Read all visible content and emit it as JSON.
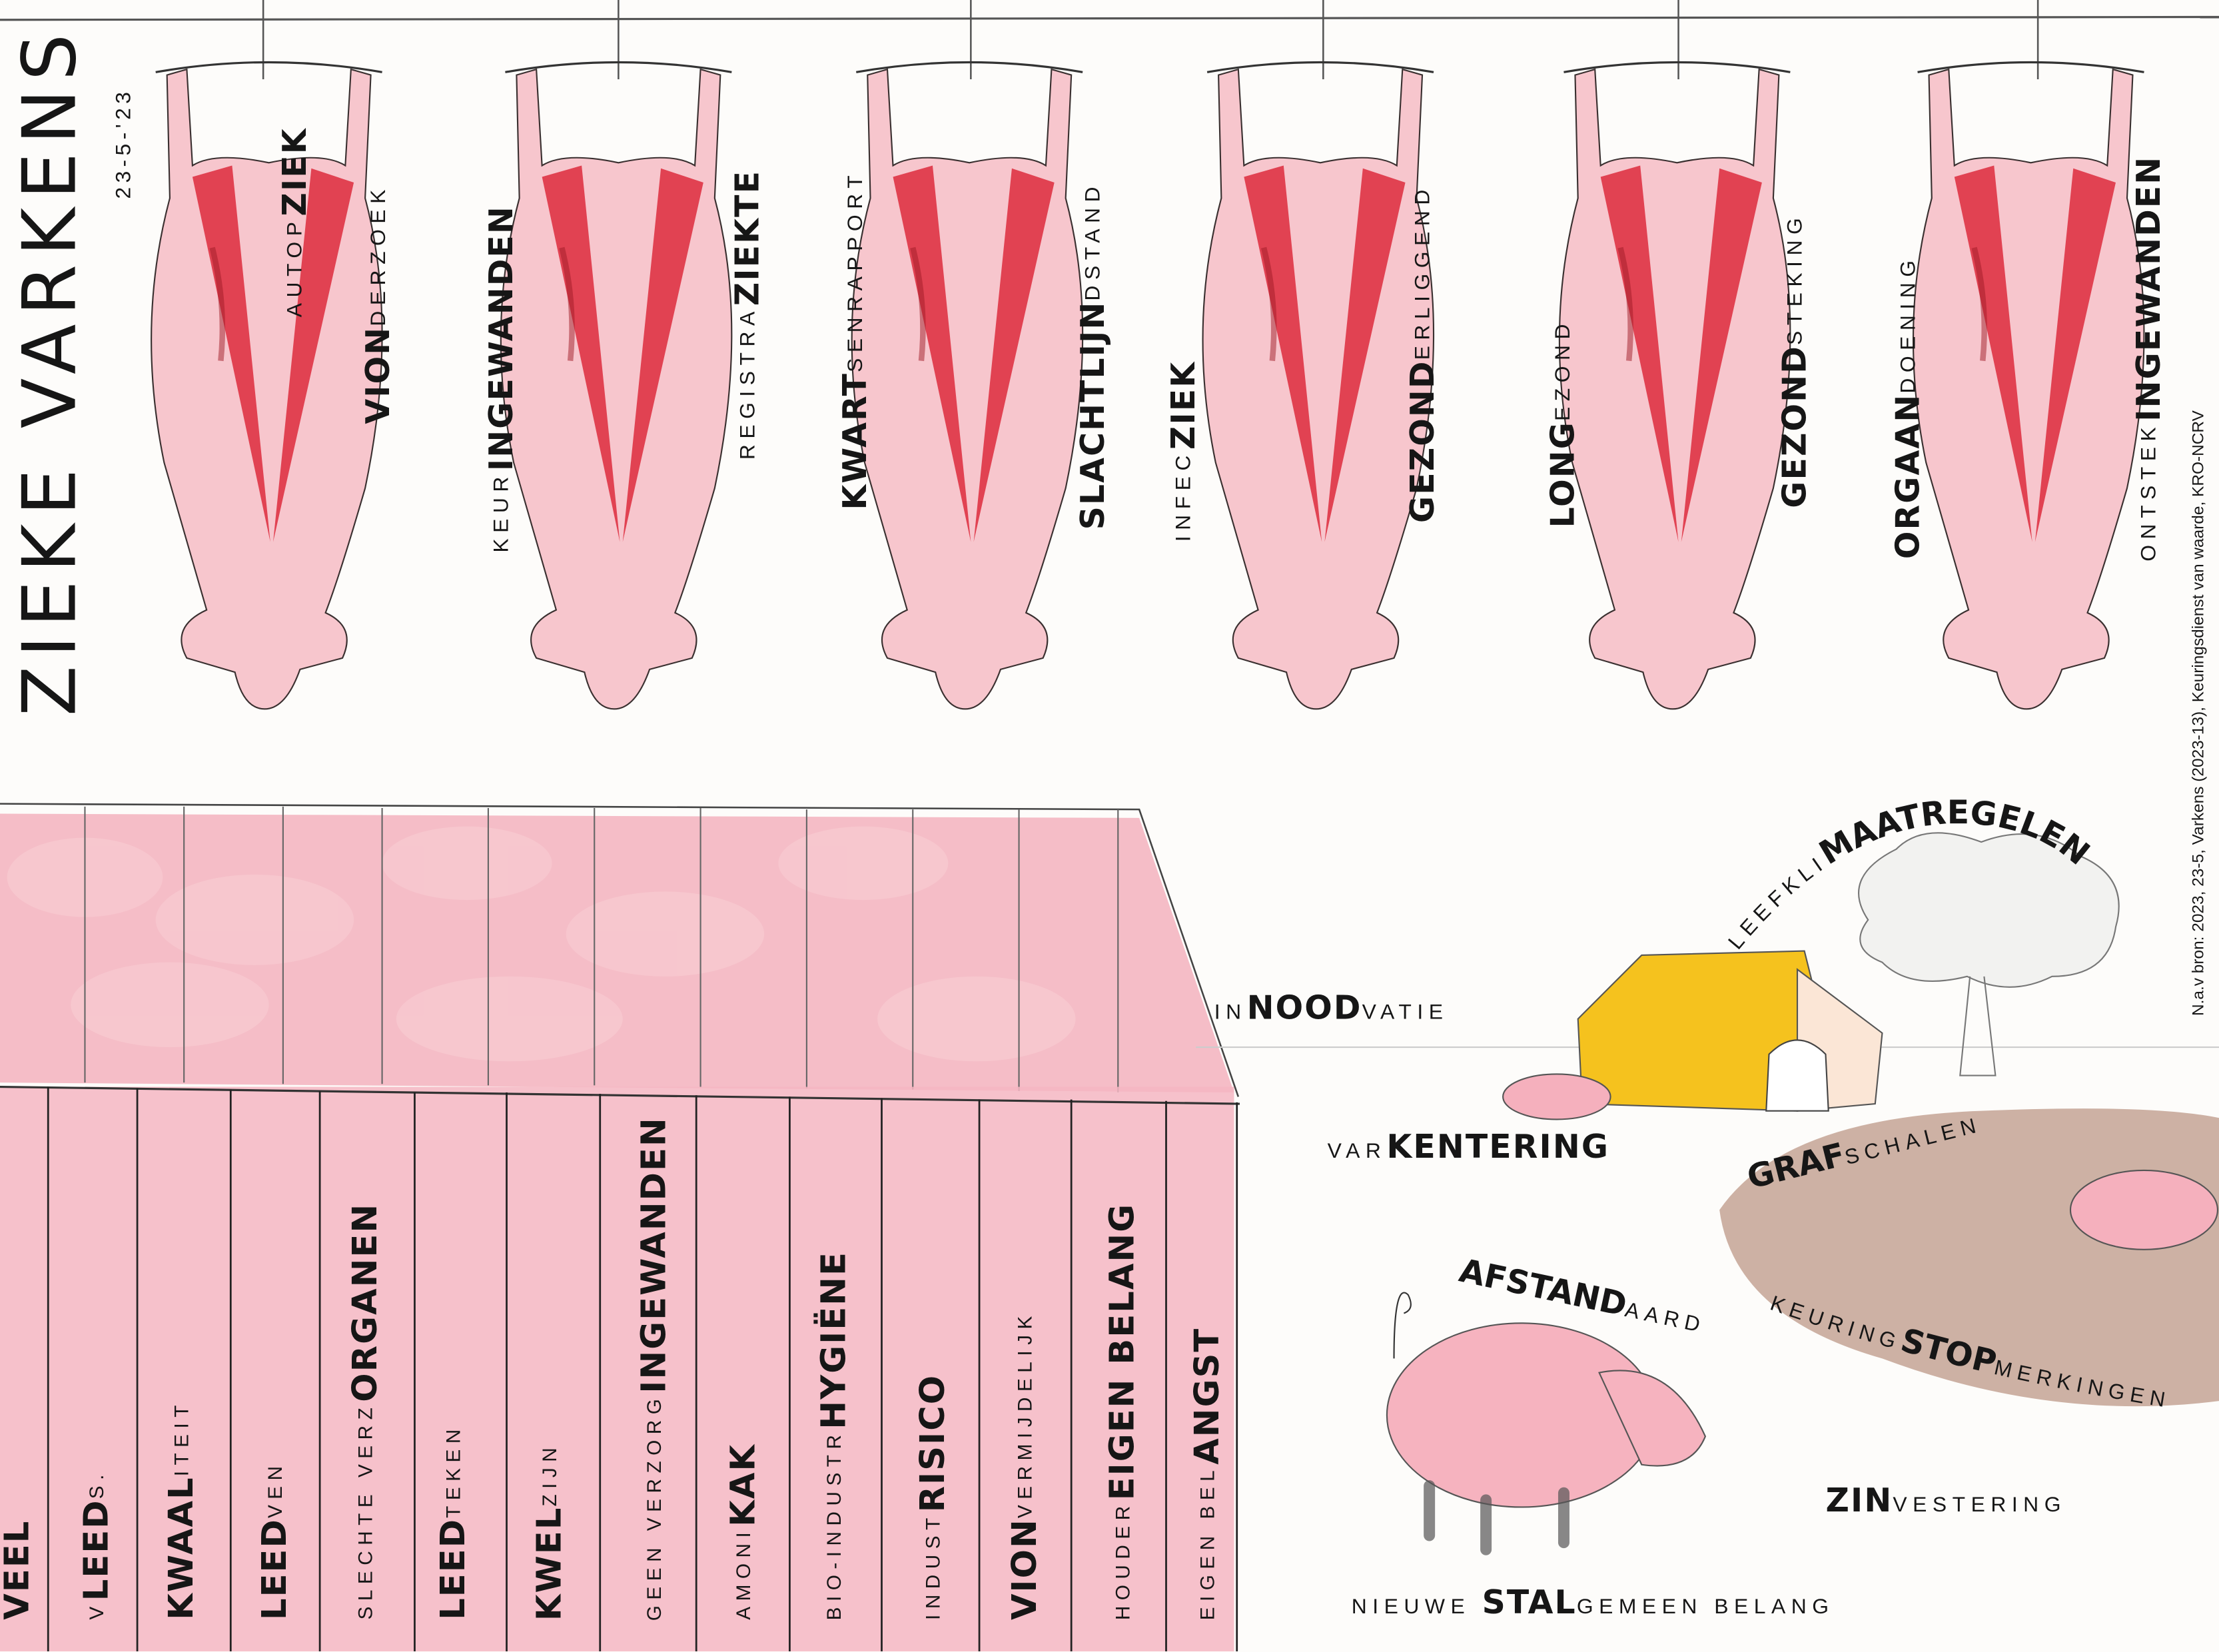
{
  "title": "ZIEKE VARKENS",
  "date": "23-5-'23",
  "credit": "N.a.v bron: 2023, 23-5, Varkens (2023-13), Keuringsdienst van waarde, KRO-NCRV",
  "colors": {
    "pig": "#f7c6cd",
    "flesh": "#dd2a3c",
    "pen": "#f3a9b6",
    "house": "#f5c21e",
    "mud": "#c4a394"
  },
  "carcasses": [
    {
      "left": {
        "segs": [
          {
            "t": "AUTOP",
            "b": false
          },
          {
            "t": "ZIEK",
            "b": true
          }
        ]
      },
      "right": {
        "segs": [
          {
            "t": "VION",
            "b": true
          },
          {
            "t": "DERZOEK",
            "b": false
          }
        ]
      }
    },
    {
      "left": {
        "segs": [
          {
            "t": "KEUR",
            "b": false
          },
          {
            "t": "INGEWANDEN",
            "b": true
          }
        ]
      },
      "right": {
        "segs": [
          {
            "t": "REGISTRA",
            "b": false
          },
          {
            "t": "ZIEKTE",
            "b": true
          }
        ]
      }
    },
    {
      "left": {
        "segs": [
          {
            "t": "KWART",
            "b": true
          },
          {
            "t": "SENRAPPORT",
            "b": false
          }
        ]
      },
      "right": {
        "segs": [
          {
            "t": "SLACHTLIJN",
            "b": true
          },
          {
            "t": "DSTAND",
            "b": false
          }
        ]
      }
    },
    {
      "left": {
        "segs": [
          {
            "t": "INFEC",
            "b": false
          },
          {
            "t": "ZIEK",
            "b": true
          }
        ]
      },
      "right": {
        "segs": [
          {
            "t": "GEZOND",
            "b": true
          },
          {
            "t": "ERLIGGEND",
            "b": false
          }
        ]
      }
    },
    {
      "left": {
        "segs": [
          {
            "t": "LONG",
            "b": true
          },
          {
            "t": "EZOND",
            "b": false
          }
        ]
      },
      "right": {
        "segs": [
          {
            "t": "GEZOND",
            "b": true
          },
          {
            "t": "STEKING",
            "b": false
          }
        ]
      }
    },
    {
      "left": {
        "segs": [
          {
            "t": "ORGAAN",
            "b": true
          },
          {
            "t": "DOENING",
            "b": false
          }
        ]
      },
      "right": {
        "segs": [
          {
            "t": "ONTSTEK",
            "b": false
          },
          {
            "t": "INGEWANDEN",
            "b": true
          }
        ]
      }
    }
  ],
  "bars": [
    {
      "segs": [
        {
          "t": "VEEL",
          "b": true
        }
      ]
    },
    {
      "segs": [
        {
          "t": "V",
          "b": false
        },
        {
          "t": "LEED",
          "b": true
        },
        {
          "t": "S.",
          "b": false
        }
      ]
    },
    {
      "segs": [
        {
          "t": "KWAAL",
          "b": true
        },
        {
          "t": "ITEIT",
          "b": false
        }
      ]
    },
    {
      "segs": [
        {
          "t": "LEED",
          "b": true
        },
        {
          "t": "VEN",
          "b": false
        }
      ]
    },
    {
      "segs": [
        {
          "t": "SLECHTE VERZ",
          "b": false
        },
        {
          "t": "ORGANEN",
          "b": true
        }
      ]
    },
    {
      "segs": [
        {
          "t": "LEED",
          "b": true
        },
        {
          "t": "TEKEN",
          "b": false
        }
      ]
    },
    {
      "segs": [
        {
          "t": "KWEL",
          "b": true
        },
        {
          "t": "ZIJN",
          "b": false
        }
      ]
    },
    {
      "segs": [
        {
          "t": "GEEN VERZORG",
          "b": false
        },
        {
          "t": "INGEWANDEN",
          "b": true
        }
      ]
    },
    {
      "segs": [
        {
          "t": "AMONI",
          "b": false
        },
        {
          "t": "KAK",
          "b": true
        }
      ]
    },
    {
      "segs": [
        {
          "t": "BIO-INDUSTR",
          "b": false
        },
        {
          "t": "HYGIËNE",
          "b": true
        }
      ]
    },
    {
      "segs": [
        {
          "t": "INDUST",
          "b": false
        },
        {
          "t": "RISICO",
          "b": true
        }
      ]
    },
    {
      "segs": [
        {
          "t": "VION",
          "b": true
        },
        {
          "t": "VERMIJDELIJK",
          "b": false
        }
      ]
    },
    {
      "segs": [
        {
          "t": "HOUDER",
          "b": false
        },
        {
          "t": "EIGEN BELANG",
          "b": true
        }
      ]
    },
    {
      "segs": [
        {
          "t": "EIGEN BEL",
          "b": false
        },
        {
          "t": "ANGST",
          "b": true
        }
      ]
    }
  ],
  "scene": {
    "innoodvatie": {
      "segs": [
        {
          "t": "IN",
          "b": false
        },
        {
          "t": "NOOD",
          "b": true
        },
        {
          "t": "VATIE",
          "b": false
        }
      ]
    },
    "leefklimaat": {
      "a": "LEEFKLI",
      "b": "MAATREGELEN"
    },
    "varkentering": {
      "segs": [
        {
          "t": "VAR",
          "b": false
        },
        {
          "t": "KENTERING",
          "b": true
        }
      ]
    },
    "grafschalen": {
      "a": "GRAF",
      "b": "SCHALEN"
    },
    "afstandaard": {
      "a": "AFSTAND",
      "b": "AARD"
    },
    "keuringstop": {
      "a": "KEURING",
      "b": "STOP",
      "c": "MERKINGEN"
    },
    "zinvestering": {
      "segs": [
        {
          "t": "ZIN",
          "b": true
        },
        {
          "t": "VESTERING",
          "b": false
        }
      ]
    },
    "nieuwestal": {
      "segs": [
        {
          "t": "NIEUWE ",
          "b": false
        },
        {
          "t": "STAL",
          "b": true
        },
        {
          "t": "GEMEEN BELANG",
          "b": false
        }
      ]
    }
  }
}
